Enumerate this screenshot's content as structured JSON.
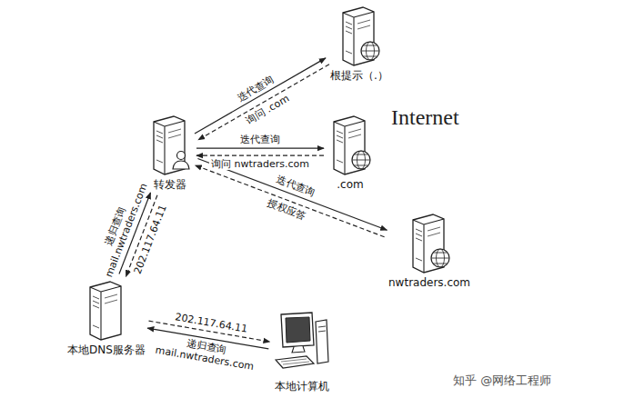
{
  "diagram": {
    "nodes": [
      {
        "text": [
          "根提示（.）"
        ]
      },
      {
        "text": [
          "转发器"
        ]
      },
      {
        "text": [
          ".com"
        ]
      },
      {
        "text": [
          "nwtraders.com"
        ]
      },
      {
        "text": [
          "本地DNS服务器"
        ]
      },
      {
        "text": [
          "本地计算机"
        ]
      }
    ],
    "edges": [
      {
        "from": 1,
        "to": 0,
        "arrow": "to",
        "label": "迭代查询"
      },
      {
        "from": 0,
        "to": 1,
        "arrow": "to",
        "label": "询问 .com"
      },
      {
        "from": 1,
        "to": 2,
        "arrow": "to",
        "label": "迭代查询"
      },
      {
        "from": 2,
        "to": 1,
        "arrow": "to",
        "label": "询问 nwtraders.com"
      },
      {
        "from": 1,
        "to": 3,
        "arrow": "to",
        "label": "迭代查询"
      },
      {
        "from": 3,
        "to": 1,
        "arrow": "to",
        "label": "授权应答"
      },
      {
        "from": 4,
        "to": 1,
        "arrow": "to",
        "label": "递归查询 mail.nwtraders.com"
      },
      {
        "from": 1,
        "to": 4,
        "arrow": "to",
        "label": "202.117.64.11"
      },
      {
        "from": 5,
        "to": 4,
        "arrow": "to",
        "label": "递归查询 mail.nwtraders.com"
      },
      {
        "from": 4,
        "to": 5,
        "arrow": "to",
        "label": "202.117.64.11"
      }
    ],
    "labels": [
      "Internet",
      "知乎 @网络工程师"
    ]
  }
}
